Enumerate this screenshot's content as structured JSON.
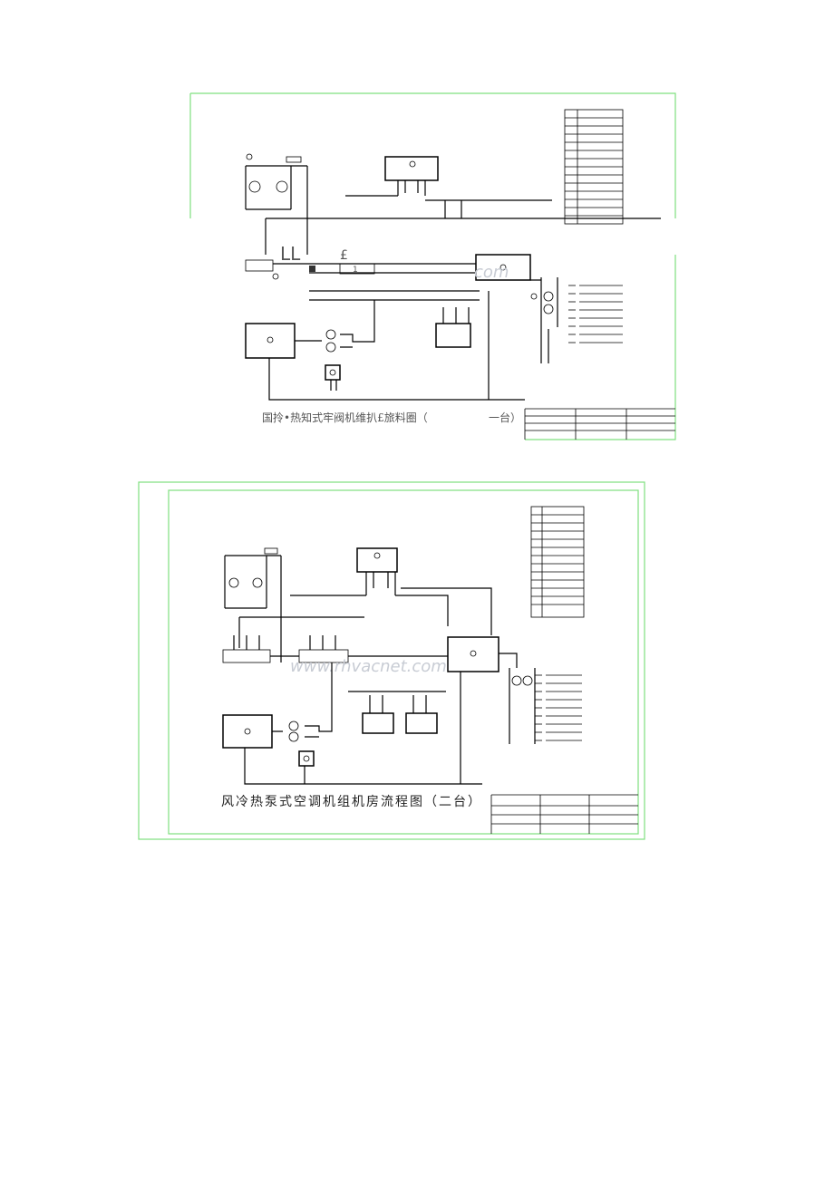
{
  "diagram1": {
    "title_left": "国拎•热知式牢阀机维扒£旅料圈（",
    "title_right": "一台）",
    "watermark": "com",
    "artifacts": [
      "LL",
      "£",
      "1"
    ]
  },
  "diagram2": {
    "title": "风冷热泵式空调机组机房流程图（二台）",
    "watermark": "www.rhvacnet.com"
  },
  "colors": {
    "frame": "#7fe07f",
    "line": "#000000",
    "watermark": "#c8ccd4"
  }
}
